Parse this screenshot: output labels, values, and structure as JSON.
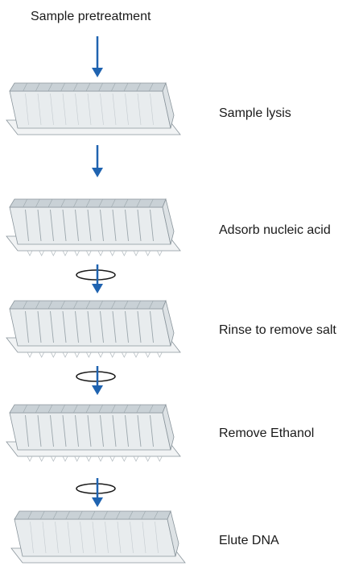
{
  "title": "Sample pretreatment",
  "steps": [
    {
      "label": "Sample lysis",
      "plate": "deep-well"
    },
    {
      "label": "Adsorb nucleic acid",
      "plate": "filter"
    },
    {
      "label": "Rinse to remove salt",
      "plate": "filter"
    },
    {
      "label": "Remove Ethanol",
      "plate": "filter"
    },
    {
      "label": "Elute DNA",
      "plate": "deep-well"
    }
  ],
  "connectors": [
    "arrow",
    "arrow",
    "spin-arrow",
    "spin-arrow",
    "spin-arrow"
  ],
  "colors": {
    "arrow": "#1f63b0",
    "plate_outline": "#8a959c",
    "plate_face": "#e8ecee",
    "plate_top": "#c9d1d6",
    "text": "#1a1a1a"
  }
}
